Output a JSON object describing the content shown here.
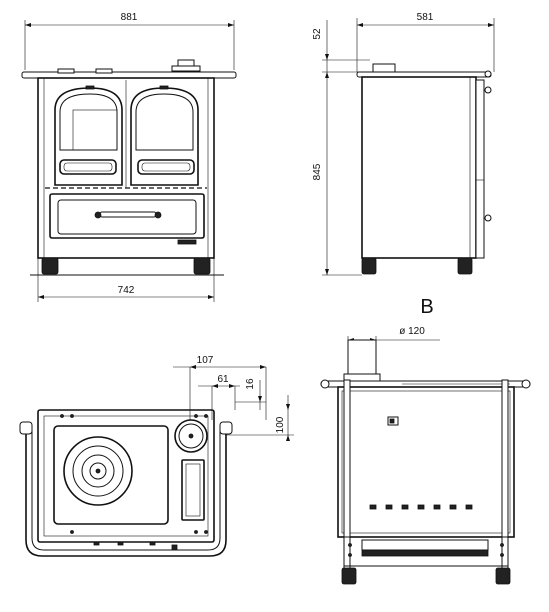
{
  "views": {
    "front": {
      "width_top": "881",
      "width_bottom": "742"
    },
    "side": {
      "depth": "581",
      "top_offset": "52",
      "height": "845"
    },
    "top": {
      "flue_offset_x": "107",
      "flue_offset_x2": "61",
      "flue_offset_y": "16",
      "flue_offset_y2": "100"
    },
    "rear": {
      "label": "B",
      "flue_diameter": "ø 120"
    }
  },
  "colors": {
    "line": "#111111",
    "background": "#ffffff"
  }
}
